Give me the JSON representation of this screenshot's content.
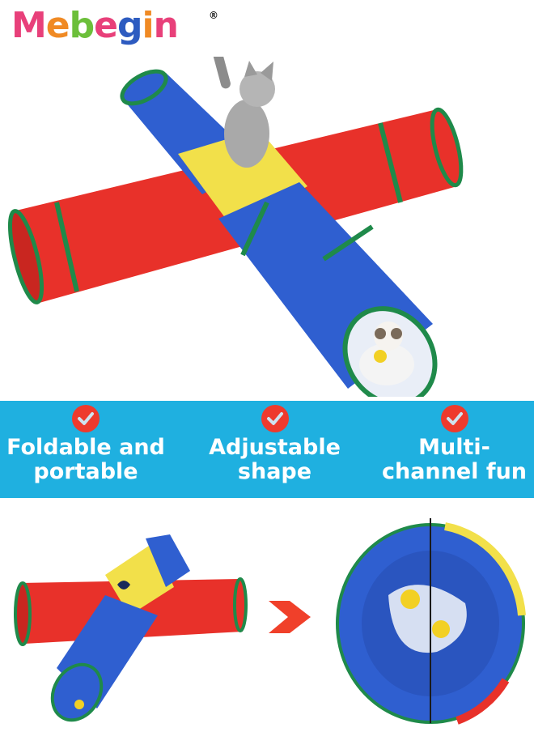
{
  "brand": {
    "letters": [
      {
        "ch": "M",
        "color": "#e8407a"
      },
      {
        "ch": "e",
        "color": "#f08a24"
      },
      {
        "ch": "b",
        "color": "#6cbf3a"
      },
      {
        "ch": "e",
        "color": "#e8407a"
      },
      {
        "ch": "g",
        "color": "#2d5bc0"
      },
      {
        "ch": "i",
        "color": "#f08a24"
      },
      {
        "ch": "n",
        "color": "#e8407a"
      }
    ],
    "registered": "®"
  },
  "colors": {
    "banner": "#1fb0e0",
    "check": "#ee3a2d",
    "arrow": "#f0402a",
    "tunnel_red": "#e8312a",
    "tunnel_blue": "#2f5fd0",
    "tunnel_green": "#1f8a4a",
    "tunnel_yellow": "#f2e04a"
  },
  "features": [
    {
      "icon": "check-icon",
      "line1": "Foldable and",
      "line2": "portable"
    },
    {
      "icon": "check-icon",
      "line1": "Adjustable",
      "line2": "shape"
    },
    {
      "icon": "check-icon",
      "line1": "Multi-",
      "line2": "channel fun"
    }
  ],
  "images": {
    "hero": "4-way cat tunnel with cats",
    "expanded": "expanded tunnel",
    "folded": "folded tunnel"
  }
}
